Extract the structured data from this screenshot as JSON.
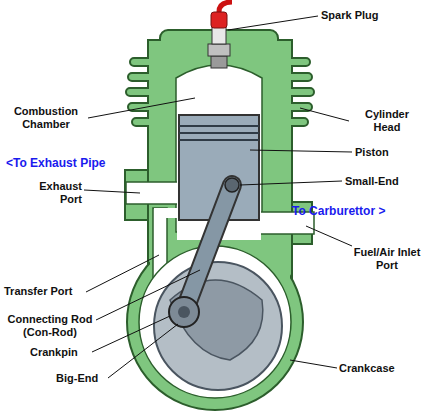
{
  "diagram": {
    "labels": [
      "Spark Plug",
      "Combustion Chamber",
      "Cylinder Head",
      "Piston",
      "<To Exhaust Pipe",
      "Small-End",
      "Exhaust Port",
      "To Carburettor >",
      "Fuel/Air Inlet Port",
      "Transfer Port",
      "Connecting Rod (Con-Rod)",
      "Crankpin",
      "Big-End",
      "Crankcase"
    ]
  }
}
